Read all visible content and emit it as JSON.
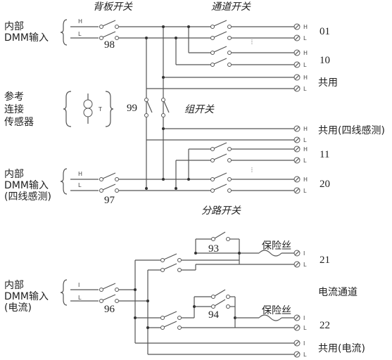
{
  "labels": {
    "backplane_switch": "背板开关",
    "channel_switch": "通道开关",
    "group_switch": "组开关",
    "branch_switch": "分路开关",
    "dmm_in_1_a": "内部",
    "dmm_in_1_b": "DMM输入",
    "ref_1": "参考",
    "ref_2": "连接",
    "ref_3": "传感器",
    "dmm_4w_a": "内部",
    "dmm_4w_b": "DMM输入",
    "dmm_4w_c": "(四线感测)",
    "dmm_i_a": "内部",
    "dmm_i_b": "DMM输入",
    "dmm_i_c": "(电流)",
    "ch01": "01",
    "ch10": "10",
    "common": "共用",
    "common_4w": "共用(四线感测)",
    "ch11": "11",
    "ch20": "20",
    "ch21": "21",
    "ch22": "22",
    "current_channel": "电流通道",
    "common_current": "共用(电流)",
    "fuse1": "保险丝",
    "fuse2": "保险丝",
    "sw98": "98",
    "sw99": "99",
    "sw97": "97",
    "sw93": "93",
    "sw94": "94",
    "sw96": "96"
  }
}
